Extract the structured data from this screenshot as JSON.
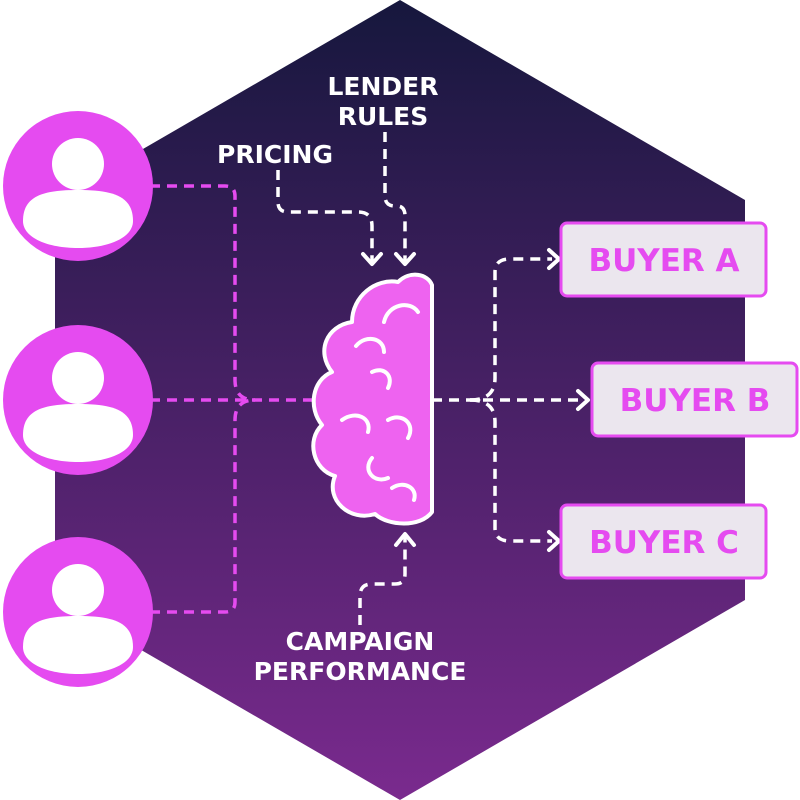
{
  "inputs": {
    "pricing": "PRICING",
    "lender_rules_line1": "LENDER",
    "lender_rules_line2": "RULES",
    "campaign_performance_line1": "CAMPAIGN",
    "campaign_performance_line2": "PERFORMANCE"
  },
  "buyers": [
    {
      "label": "BUYER A"
    },
    {
      "label": "BUYER B"
    },
    {
      "label": "BUYER C"
    }
  ],
  "colors": {
    "accent": "#e54bf0",
    "hex_top": "#16173d",
    "hex_bottom": "#7a2a8e",
    "buyer_box_fill": "#ebe6ee",
    "white": "#ffffff"
  },
  "icons": {
    "users": [
      "user-icon",
      "user-icon",
      "user-icon"
    ],
    "center": "brain-icon"
  }
}
